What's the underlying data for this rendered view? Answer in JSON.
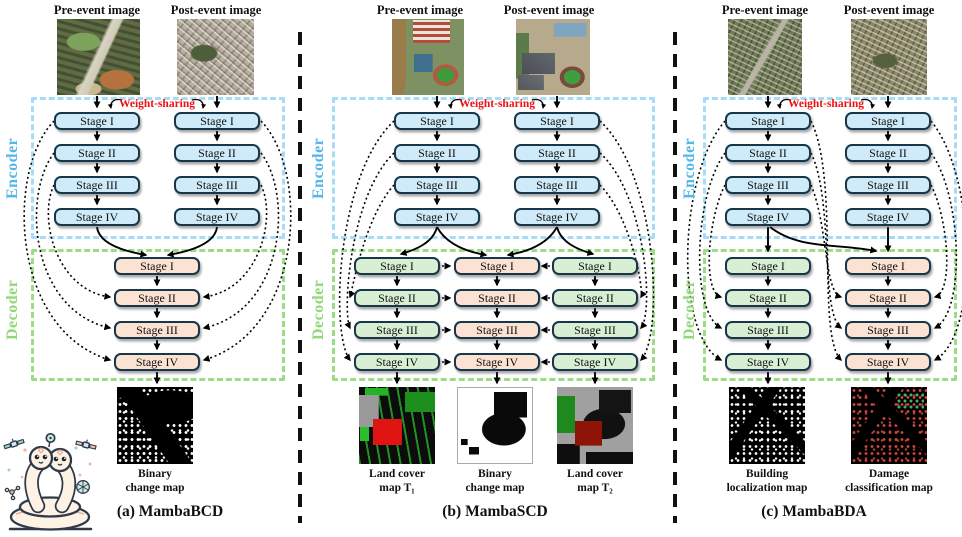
{
  "figure": {
    "stage_labels": [
      "Stage I",
      "Stage II",
      "Stage III",
      "Stage IV"
    ],
    "labels": {
      "pre_event": "Pre-event image",
      "post_event": "Post-event image",
      "weight_sharing": "Weight-sharing",
      "encoder": "Encoder",
      "decoder": "Decoder"
    },
    "captions": {
      "a": "(a) MambaBCD",
      "b": "(b) MambaSCD",
      "c": "(c) MambaBDA"
    },
    "outputs": {
      "a": [
        [
          "Binary",
          "change map"
        ]
      ],
      "b": [
        [
          "Land cover",
          "map T₁"
        ],
        [
          "Binary",
          "change map"
        ],
        [
          "Land cover",
          "map T₂"
        ]
      ],
      "c": [
        [
          "Building",
          "localization map"
        ],
        [
          "Damage",
          "classification map"
        ]
      ]
    },
    "mascot": "mamba-snakes-logo",
    "colors": {
      "encoder_box_fill": "#cfeaf8",
      "decoder_pink_fill": "#fbe2d2",
      "decoder_green_fill": "#d9efd3",
      "box_border": "#17364a",
      "encoder_dash": "#a7dcf6",
      "decoder_dash": "#9cdc85",
      "encoder_label_text": "#54b6ea",
      "decoder_label_text": "#90d878",
      "weight_sharing_text": "#ee1111",
      "arrow": "#000000"
    }
  }
}
